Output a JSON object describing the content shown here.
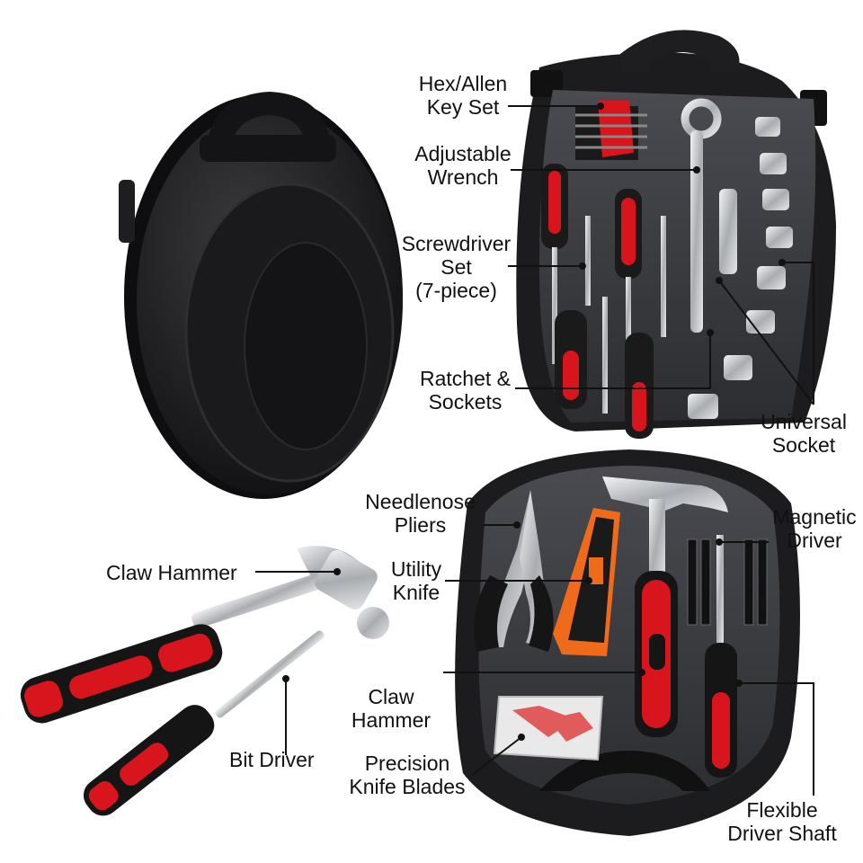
{
  "colors": {
    "case_black": "#1c1c1e",
    "tray_gray": "#3a3b3f",
    "accent_red": "#d8141c",
    "orange": "#ef6a1a",
    "chrome": "#c9cbce",
    "leader_line": "#111111"
  },
  "labels": {
    "hex_allen": {
      "line1": "Hex/Allen",
      "line2": "Key Set"
    },
    "adjustable_wrench": {
      "line1": "Adjustable",
      "line2": "Wrench"
    },
    "screwdriver_set": {
      "line1": "Screwdriver",
      "line2": "Set",
      "line3": "(7-piece)"
    },
    "ratchet_sockets": {
      "line1": "Ratchet &",
      "line2": "Sockets"
    },
    "universal_socket": {
      "line1": "Universal",
      "line2": "Socket"
    },
    "needlenose_pliers": {
      "line1": "Needlenose",
      "line2": "Pliers"
    },
    "utility_knife": {
      "line1": "Utility",
      "line2": "Knife"
    },
    "magnetic_driver": {
      "line1": "Magnetic",
      "line2": "Driver"
    },
    "claw_hammer_left": "Claw Hammer",
    "claw_hammer_case": {
      "line1": "Claw",
      "line2": "Hammer"
    },
    "bit_driver": "Bit Driver",
    "precision_blades": {
      "line1": "Precision",
      "line2": "Knife Blades"
    },
    "flexible_shaft": {
      "line1": "Flexible",
      "line2": "Driver Shaft"
    }
  }
}
